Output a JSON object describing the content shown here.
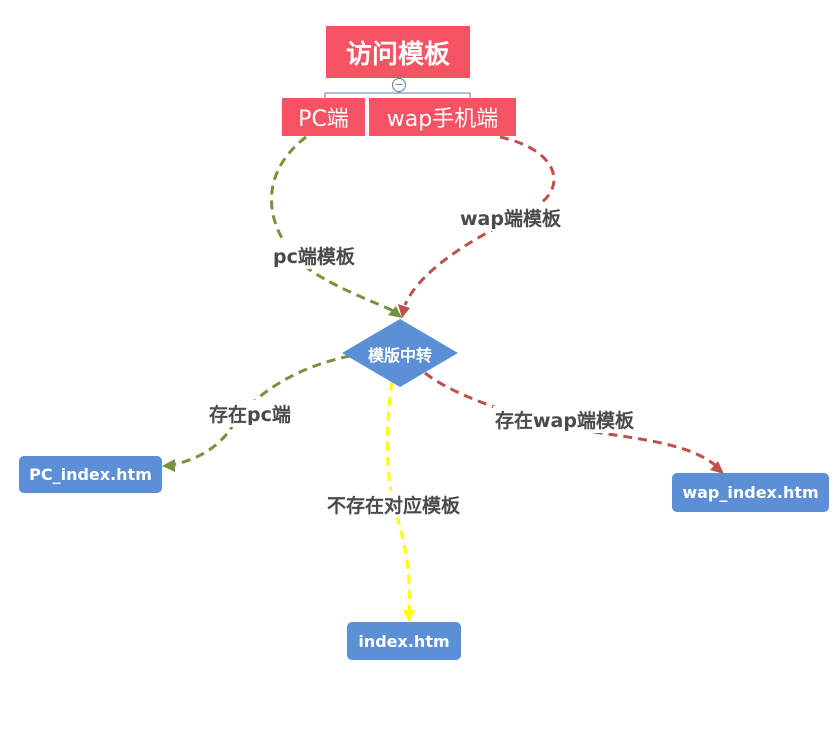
{
  "root": {
    "label": "访问模板"
  },
  "collapse_icon": "minus-circle-icon",
  "branches": {
    "pc": "PC端",
    "wap": "wap手机端"
  },
  "hub": {
    "label": "模版中转"
  },
  "targets": {
    "pc_index": "PC_index.htm",
    "wap_index": "wap_index.htm",
    "index": "index.htm"
  },
  "edge_labels": {
    "pc_template": "pc端模板",
    "wap_template": "wap端模板",
    "has_pc": "存在pc端",
    "has_wap": "存在wap端模板",
    "none": "不存在对应模板"
  },
  "colors": {
    "root_fill": "#f45363",
    "node_fill": "#5b8fd6",
    "pc_edge": "#76923c",
    "wap_edge": "#c0504d",
    "none_edge": "#ffff00"
  }
}
